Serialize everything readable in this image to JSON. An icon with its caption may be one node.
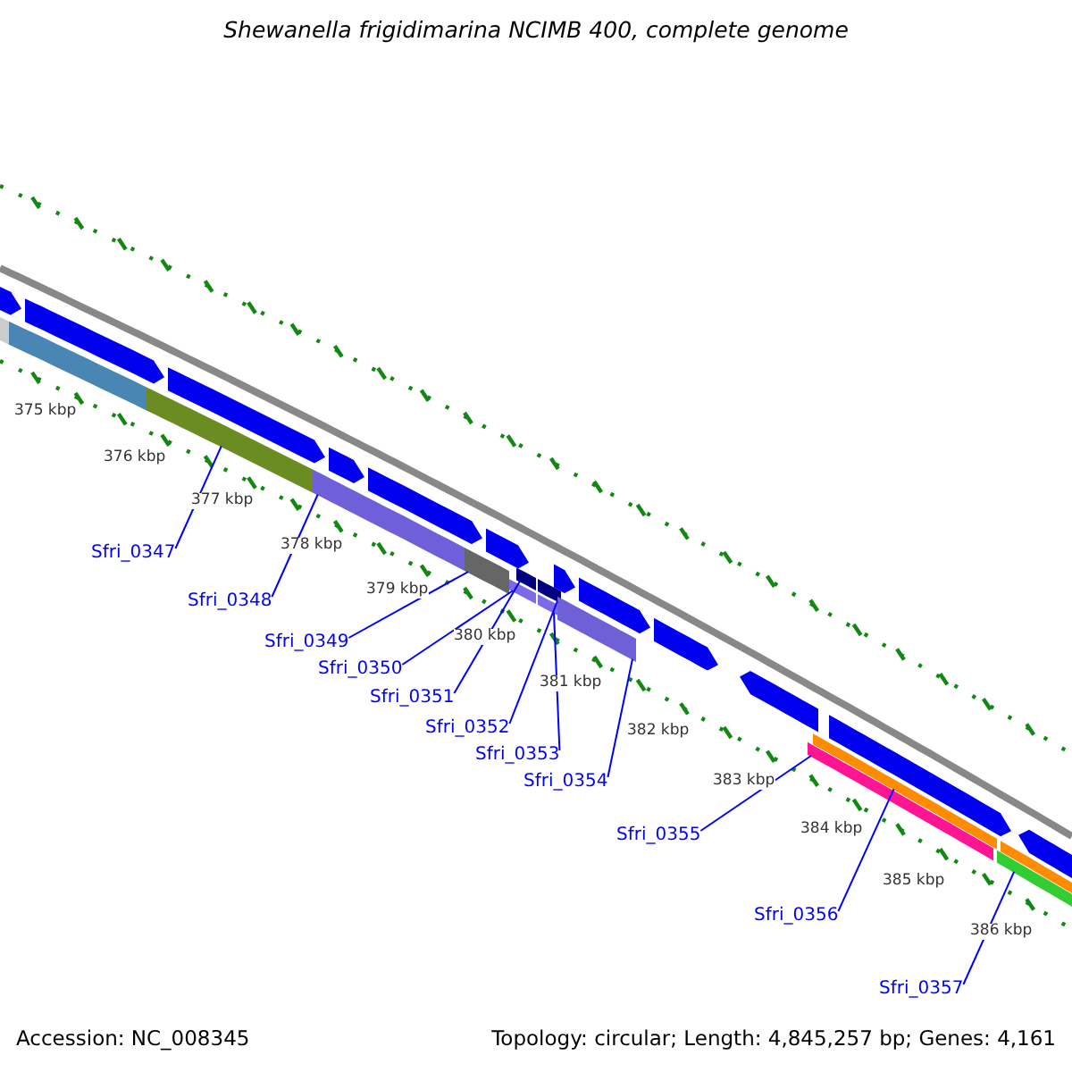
{
  "diagram": {
    "title": "Shewanella frigidimarina NCIMB 400, complete genome",
    "nodes": [
      {
        "text": [
          "Sfri_0347"
        ]
      },
      {
        "text": [
          "Sfri_0348"
        ]
      },
      {
        "text": [
          "Sfri_0349"
        ]
      },
      {
        "text": [
          "Sfri_0350"
        ]
      },
      {
        "text": [
          "Sfri_0351"
        ]
      },
      {
        "text": [
          "Sfri_0352"
        ]
      },
      {
        "text": [
          "Sfri_0353"
        ]
      },
      {
        "text": [
          "Sfri_0354"
        ]
      },
      {
        "text": [
          "Sfri_0355"
        ]
      },
      {
        "text": [
          "Sfri_0356"
        ]
      },
      {
        "text": [
          "Sfri_0357"
        ]
      },
      {
        "text": [],
        "shape": "bar"
      },
      {
        "text": [],
        "shape": "bar"
      },
      {
        "text": [],
        "shape": "bar"
      },
      {
        "text": [],
        "shape": "bar"
      },
      {
        "text": [],
        "shape": "bar"
      },
      {
        "text": [],
        "shape": "bar"
      },
      {
        "text": [],
        "shape": "bar"
      },
      {
        "text": [],
        "shape": "bar"
      },
      {
        "text": [],
        "shape": "bar"
      },
      {
        "text": [],
        "shape": "bar"
      },
      {
        "text": [],
        "shape": "bar"
      },
      {
        "text": [],
        "shape": "bar"
      },
      {
        "text": [],
        "shape": "bar"
      },
      {
        "text": [],
        "shape": "bar"
      },
      {
        "text": [],
        "shape": "bar"
      },
      {
        "text": [],
        "shape": "bar"
      },
      {
        "text": [],
        "shape": "bar"
      },
      {
        "text": [],
        "shape": "bar"
      },
      {
        "text": [],
        "shape": "bar"
      },
      {
        "text": [],
        "shape": "bar"
      },
      {
        "text": [],
        "shape": "bar"
      },
      {
        "text": [],
        "shape": "bar"
      },
      {
        "text": [],
        "shape": "bar"
      },
      {
        "text": [],
        "shape": "bar"
      },
      {
        "text": [],
        "shape": "bar"
      },
      {
        "text": [],
        "shape": "bar"
      }
    ],
    "edges": [
      {
        "from": 0,
        "to": 11,
        "arrow": "none"
      },
      {
        "from": 1,
        "to": 12,
        "arrow": "none"
      },
      {
        "from": 2,
        "to": 13,
        "arrow": "none"
      },
      {
        "from": 3,
        "to": 14,
        "arrow": "none"
      },
      {
        "from": 4,
        "to": 15,
        "arrow": "none"
      },
      {
        "from": 5,
        "to": 16,
        "arrow": "none"
      },
      {
        "from": 6,
        "to": 17,
        "arrow": "none"
      },
      {
        "from": 7,
        "to": 18,
        "arrow": "none"
      },
      {
        "from": 8,
        "to": 19,
        "arrow": "none"
      },
      {
        "from": 9,
        "to": 20,
        "arrow": "none"
      },
      {
        "from": 10,
        "to": 21,
        "arrow": "none"
      }
    ],
    "labels": [
      "375 kbp",
      "376 kbp",
      "377 kbp",
      "378 kbp",
      "379 kbp",
      "380 kbp",
      "381 kbp",
      "382 kbp",
      "383 kbp",
      "384 kbp",
      "385 kbp",
      "386 kbp",
      "Accession: NC_008345",
      "Topology: circular; Length: 4,845,257 bp; Genes: 4,161"
    ]
  }
}
